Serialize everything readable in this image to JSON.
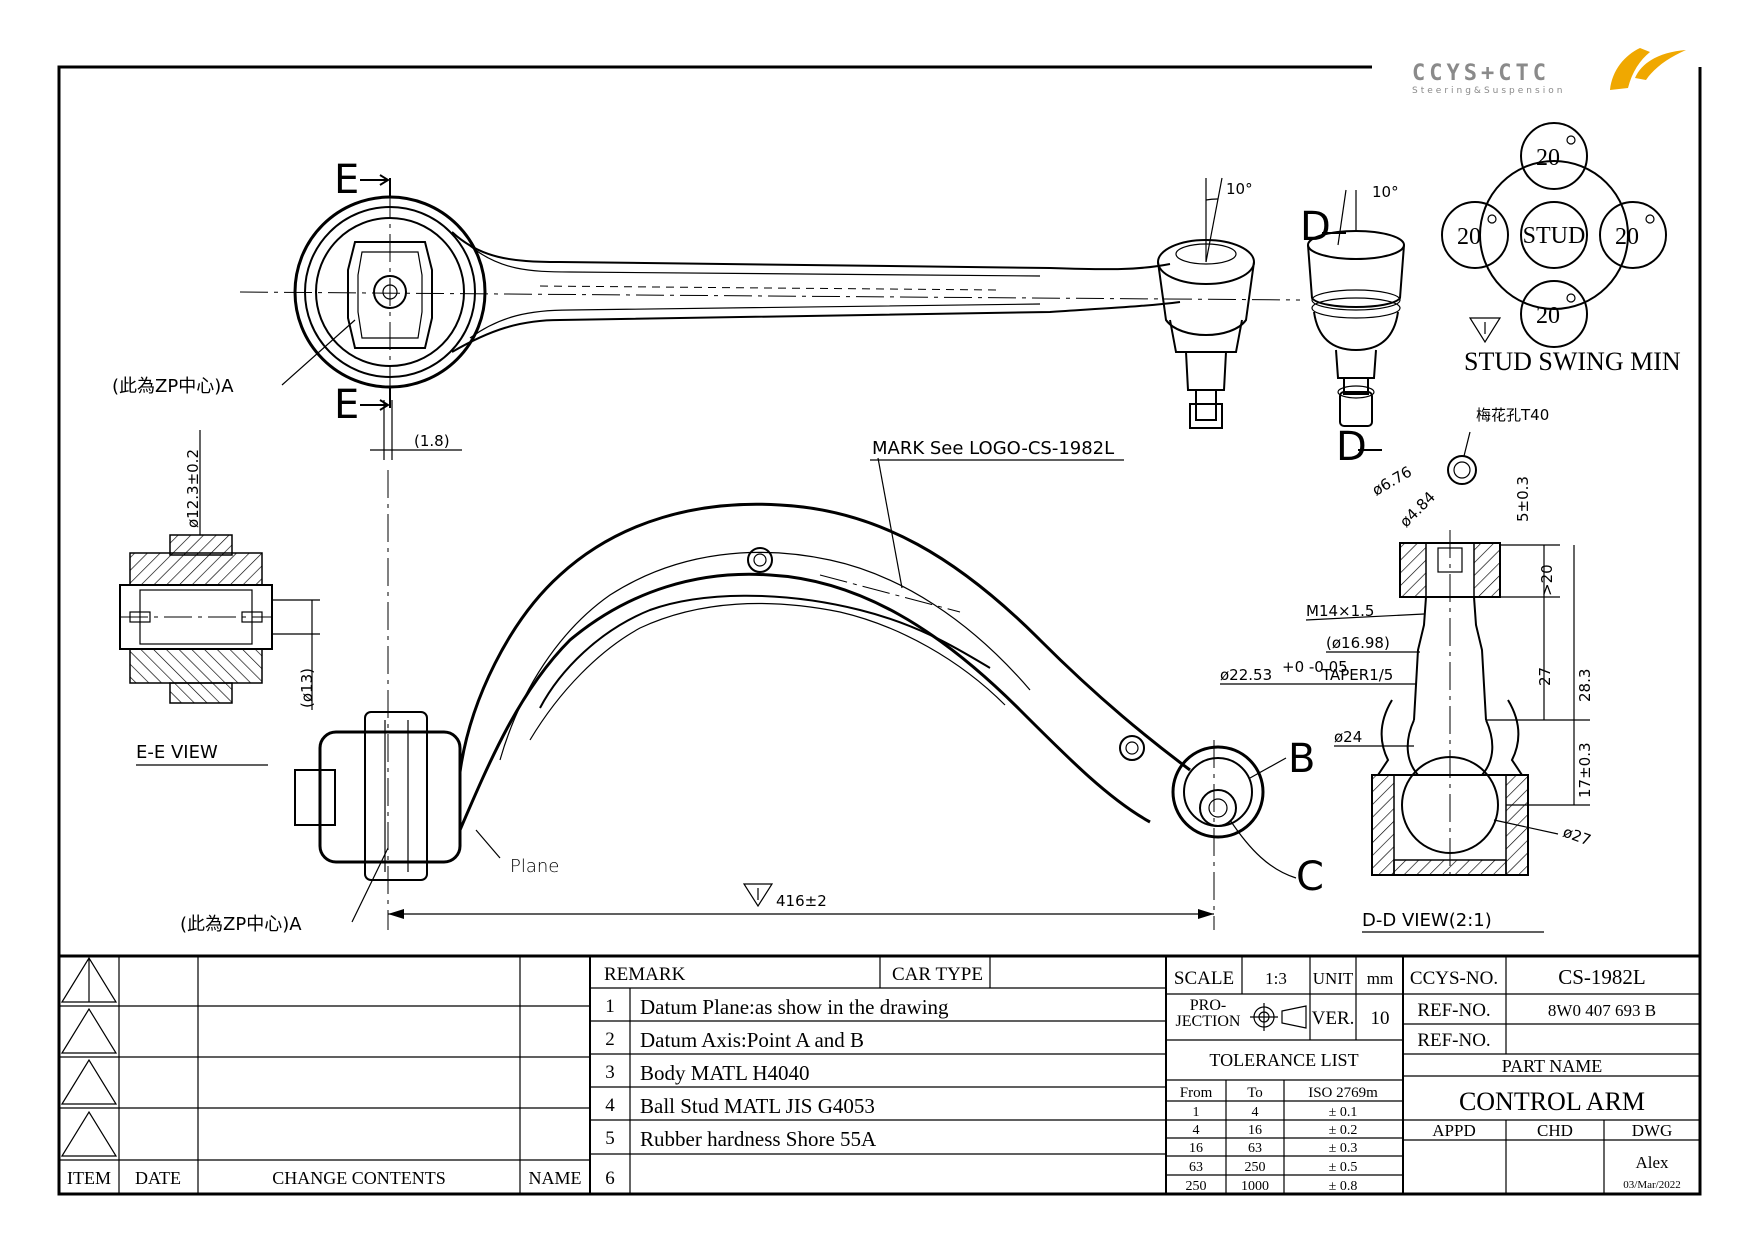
{
  "logo": {
    "brand": "CCYS+CTC",
    "tagline": "Steering&Suspension"
  },
  "drawing": {
    "section_mark": "E",
    "zp_center_note": "(此為ZP中心)A",
    "dim_offset": "(1.8)",
    "mark_note": "MARK See LOGO-CS-1982L",
    "plane_label": "Plane",
    "length_dim": "416±2",
    "swing_angle": "10°",
    "view_d_mark": "D",
    "datum_b": "B",
    "datum_c": "C",
    "ee_view": {
      "title": "E-E VIEW",
      "dia_outer": "ø12.3±0.2",
      "dia_inner": "(ø13)"
    },
    "stud_swing": {
      "center": "STUD",
      "values": [
        "20",
        "20",
        "20",
        "20"
      ],
      "caption": "STUD SWING MIN"
    },
    "dd_view": {
      "title": "D-D VIEW(2:1)",
      "torx": "梅花孔T40",
      "dia_1": "ø6.76",
      "dia_2": "ø4.84",
      "dim_5": "5±0.3",
      "dim_20": ">20",
      "thread": "M14×1.5",
      "dia_1698": "(ø16.98)",
      "taper": "ø22.53",
      "taper_tol": "+0 -0.05",
      "taper_ratio": "TAPER1/5",
      "dim_27": "27",
      "dim_283": "28.3",
      "dia_24": "ø24",
      "dim_17": "17±0.3",
      "dia_27": "ø27"
    }
  },
  "title_block": {
    "revision": {
      "headers": [
        "ITEM",
        "DATE",
        "CHANGE CONTENTS",
        "NAME"
      ]
    },
    "remark": {
      "label": "REMARK",
      "car_type_label": "CAR TYPE",
      "car_type": "",
      "items": [
        {
          "no": "1",
          "text": "Datum Plane:as show in the drawing"
        },
        {
          "no": "2",
          "text": "Datum Axis:Point A and B"
        },
        {
          "no": "3",
          "text": "Body MATL H4040"
        },
        {
          "no": "4",
          "text": "Ball Stud MATL JIS G4053"
        },
        {
          "no": "5",
          "text": "Rubber hardness Shore 55A"
        },
        {
          "no": "6",
          "text": ""
        }
      ]
    },
    "scale_label": "SCALE",
    "scale": "1:3",
    "unit_label": "UNIT",
    "unit": "mm",
    "projection_label": "PRO-\nJECTION",
    "ver_label": "VER.",
    "ver": "10",
    "tolerance": {
      "title": "TOLERANCE LIST",
      "headers": [
        "From",
        "To",
        "ISO 2769m"
      ],
      "rows": [
        [
          "1",
          "4",
          "± 0.1"
        ],
        [
          "4",
          "16",
          "± 0.2"
        ],
        [
          "16",
          "63",
          "± 0.3"
        ],
        [
          "63",
          "250",
          "± 0.5"
        ],
        [
          "250",
          "1000",
          "± 0.8"
        ]
      ]
    },
    "ccys_no_label": "CCYS-NO.",
    "ccys_no": "CS-1982L",
    "ref_no_label": "REF-NO.",
    "ref_no": "8W0 407 693 B",
    "ref_no2_label": "REF-NO.",
    "ref_no2": "",
    "part_name_label": "PART NAME",
    "part_name": "CONTROL ARM",
    "appd_label": "APPD",
    "chd_label": "CHD",
    "dwg_label": "DWG",
    "dwg_by": "Alex",
    "date": "03/Mar/2022"
  }
}
